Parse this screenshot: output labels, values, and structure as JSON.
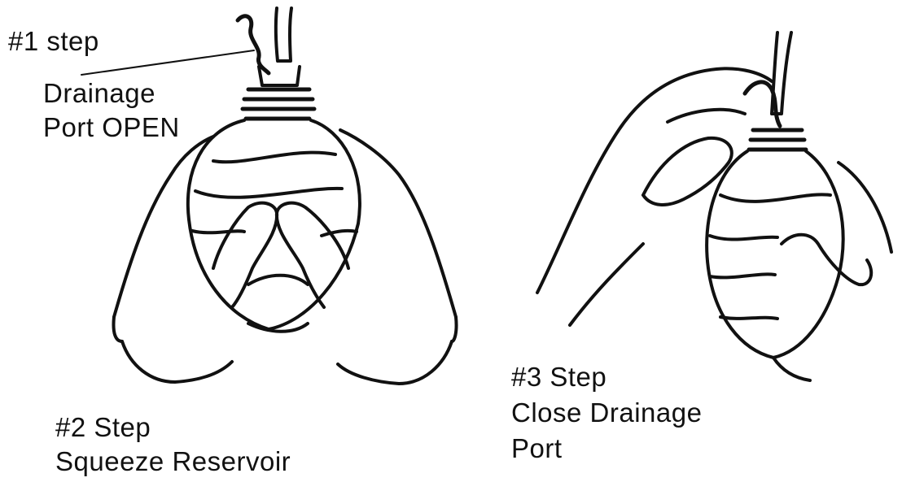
{
  "step1": {
    "title": "#1 step",
    "line1": "Drainage",
    "line2": "Port OPEN"
  },
  "step2": {
    "title": "#2  Step",
    "line1": "Squeeze Reservoir"
  },
  "step3": {
    "title": "#3 Step",
    "line1": "Close Drainage",
    "line2": "Port"
  },
  "colors": {
    "ink": "#111111",
    "paper": "#ffffff"
  }
}
